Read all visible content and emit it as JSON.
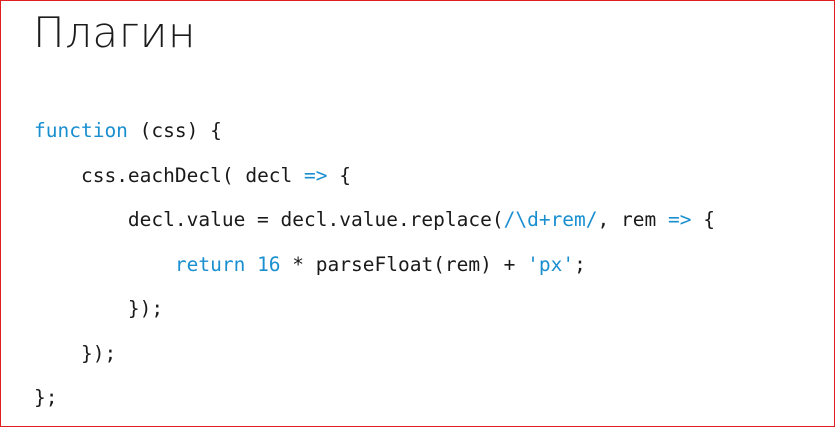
{
  "slide": {
    "title": "Плагин"
  },
  "code": {
    "lines": [
      {
        "indent": "",
        "tokens": [
          {
            "t": "function",
            "kw": true
          },
          {
            "t": " (css) {",
            "kw": false
          }
        ]
      },
      {
        "indent": "    ",
        "tokens": [
          {
            "t": "css.eachDecl( decl ",
            "kw": false
          },
          {
            "t": "=>",
            "kw": true
          },
          {
            "t": " {",
            "kw": false
          }
        ]
      },
      {
        "indent": "        ",
        "tokens": [
          {
            "t": "decl.value = decl.value.replace(",
            "kw": false
          },
          {
            "t": "/\\d+rem/",
            "kw": true
          },
          {
            "t": ", rem ",
            "kw": false
          },
          {
            "t": "=>",
            "kw": true
          },
          {
            "t": " {",
            "kw": false
          }
        ]
      },
      {
        "indent": "            ",
        "tokens": [
          {
            "t": "return 16",
            "kw": true
          },
          {
            "t": " * parseFloat(rem) + ",
            "kw": false
          },
          {
            "t": "'px'",
            "kw": true
          },
          {
            "t": ";",
            "kw": false
          }
        ]
      },
      {
        "indent": "        ",
        "tokens": [
          {
            "t": "});",
            "kw": false
          }
        ]
      },
      {
        "indent": "    ",
        "tokens": [
          {
            "t": "});",
            "kw": false
          }
        ]
      },
      {
        "indent": "",
        "tokens": [
          {
            "t": "};",
            "kw": false
          }
        ]
      }
    ]
  },
  "colors": {
    "keyword": "#1a8fd0",
    "text": "#1a1a1a",
    "border": "#e02020"
  }
}
